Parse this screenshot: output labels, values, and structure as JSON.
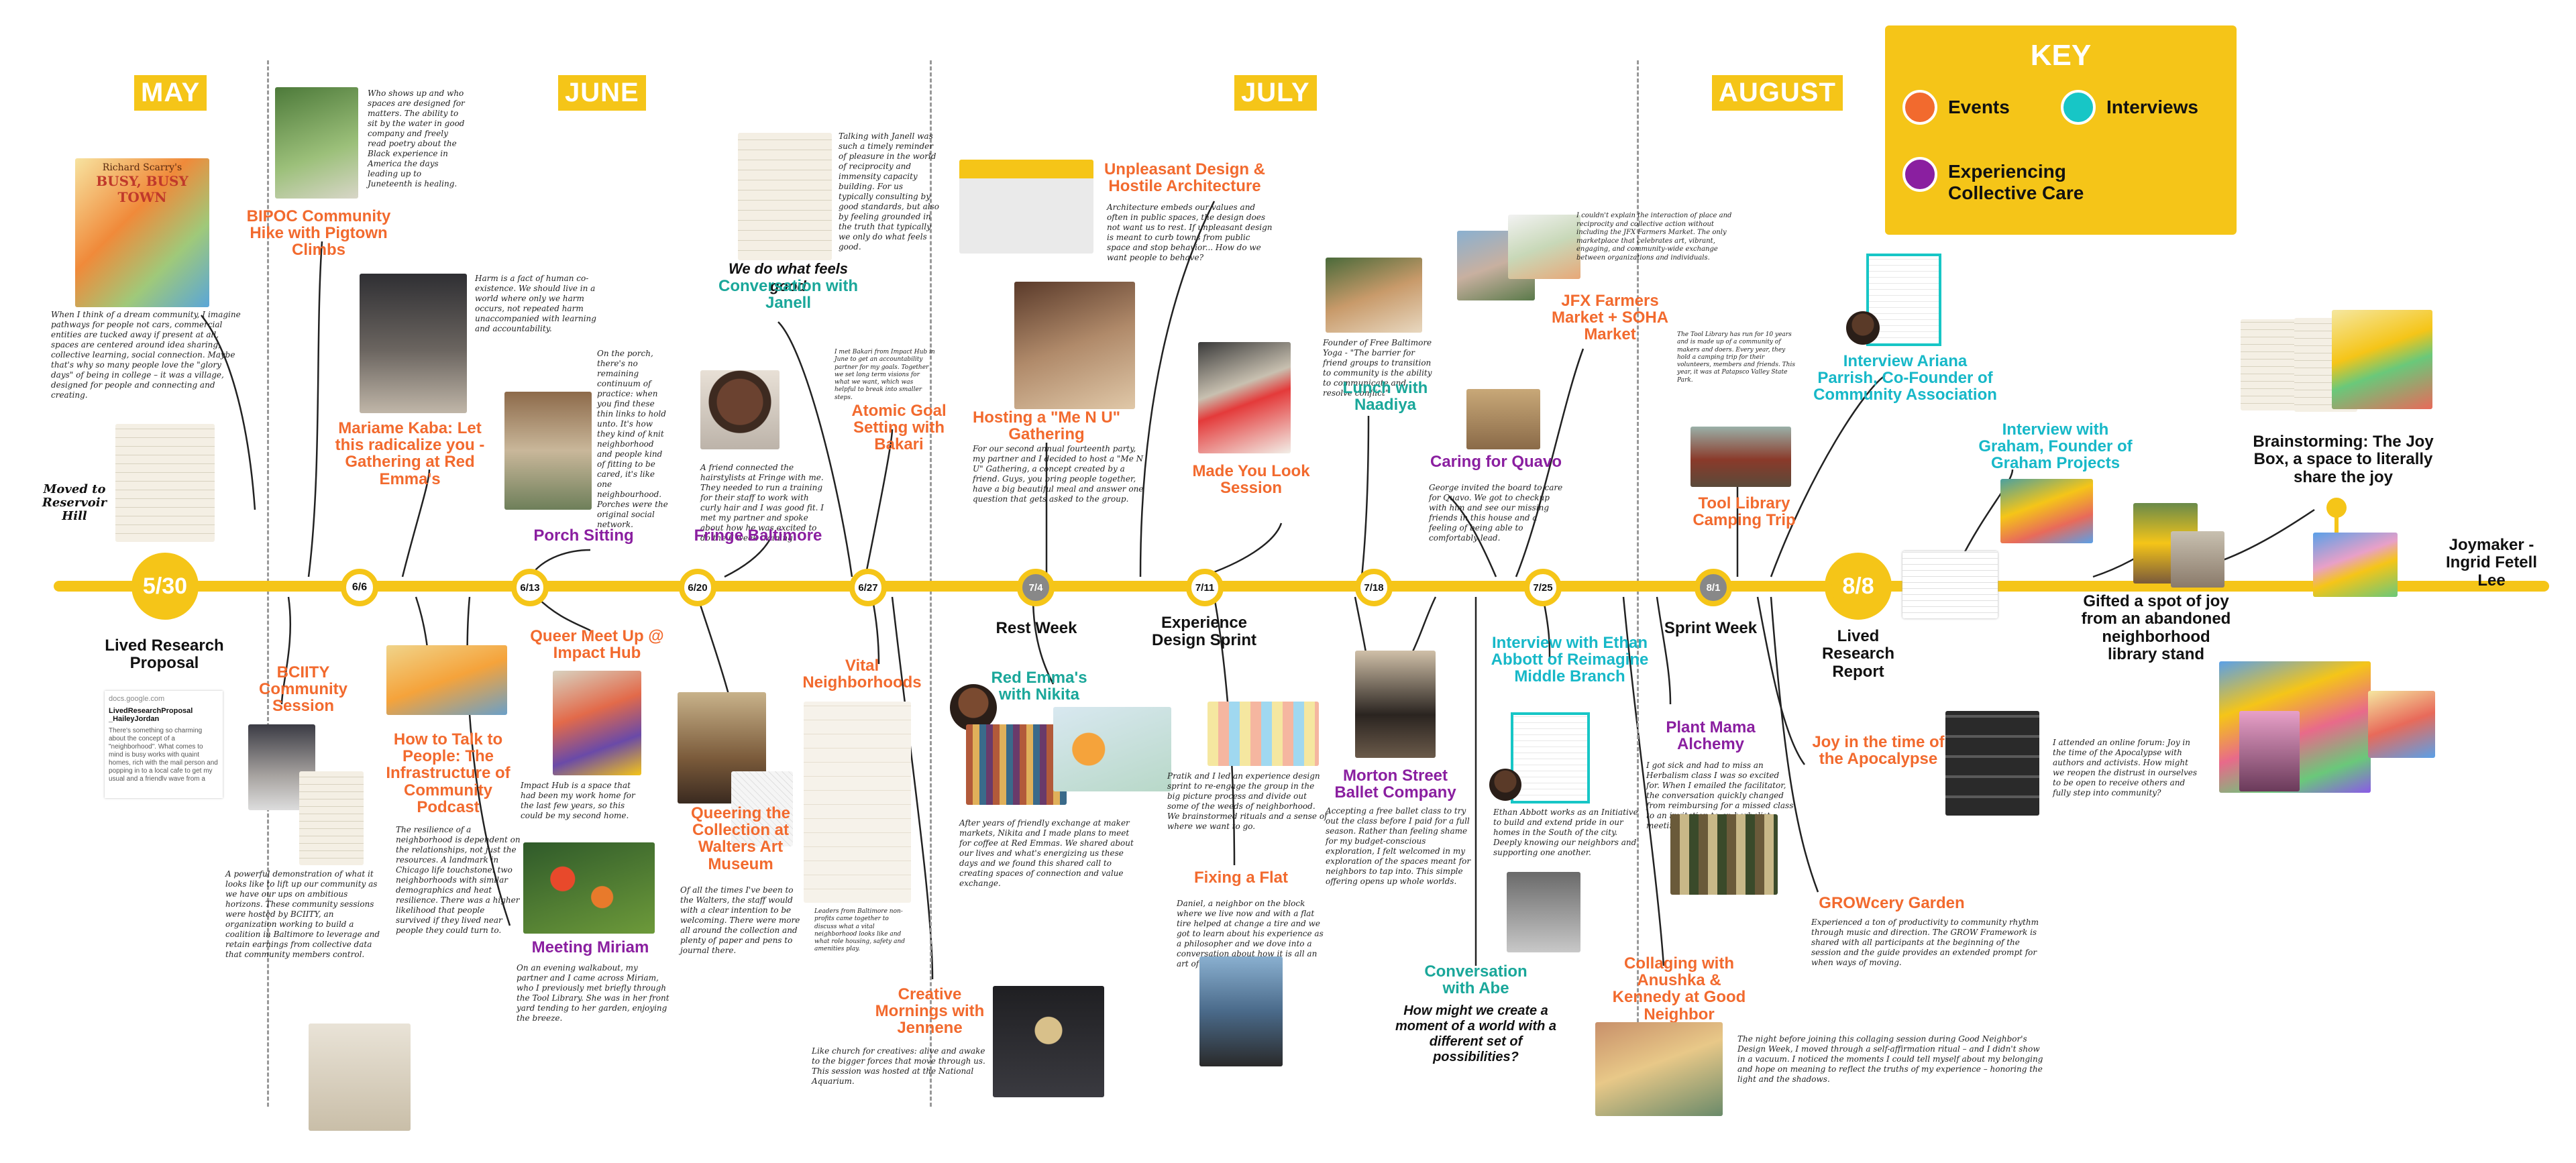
{
  "months": {
    "may": "MAY",
    "june": "JUNE",
    "july": "JULY",
    "august": "AUGUST"
  },
  "key": {
    "title": "KEY",
    "events": "Events",
    "interviews": "Interviews",
    "care": "Experiencing Collective Care",
    "colors": {
      "events": "#f26a2e",
      "interviews": "#17c6c6",
      "care": "#8a1fa0"
    }
  },
  "dates": {
    "d530": "5/30",
    "d66": "6/6",
    "d613": "6/13",
    "d620": "6/20",
    "d627": "6/27",
    "d74": "7/4",
    "d711": "7/11",
    "d718": "7/18",
    "d725": "7/25",
    "d81": "8/1",
    "d88": "8/8"
  },
  "milestones": {
    "lived_research_proposal": "Lived Research Proposal",
    "moved": "Moved to Reservoir Hill",
    "rest_week": "Rest Week",
    "experience_sprint": "Experience Design Sprint",
    "sprint_week": "Sprint Week",
    "lived_research_report": "Lived Research Report"
  },
  "items": {
    "bipoc_hike": "BIPOC Community Hike with Pigtown Climbs",
    "bciity": "BCIITY Community Session",
    "mariame": "Mariame Kaba: Let this radicalize you - Gathering at Red Emma's",
    "how_to_talk": "How to Talk to People: The Infrastructure of Community Podcast",
    "porch": "Porch Sitting",
    "queer_meetup": "Queer Meet Up @ Impact Hub",
    "meeting_miriam": "Meeting Miriam",
    "feel_good": "We do what feels good",
    "janell": "Conversation with Janell",
    "fringe": "Fringe Baltimore",
    "queering": "Queering the Collection at Walters Art Museum",
    "atomic": "Atomic Goal Setting with Bakari",
    "vital": "Vital Neighborhoods",
    "creative": "Creative Mornings with Jennene",
    "unpleasant": "Unpleasant Design & Hostile Architecture",
    "menu": "Hosting a \"Me N U\" Gathering",
    "red_emmas": "Red Emma's with Nikita",
    "look_session": "Made You Look Session",
    "fixing_flat": "Fixing a Flat",
    "lunch_naadiya": "Lunch with Naadiya",
    "morton": "Morton Street Ballet Company",
    "caring_quavo": "Caring for Quavo",
    "jfx": "JFX Farmers Market + SOHA Market",
    "ethan": "Interview with Ethan Abbott of Reimagine Middle Branch",
    "conv_abe": "Conversation with Abe",
    "abe_q": "How might we create a moment of a world with a different set of possibilities?",
    "tool_library": "Tool Library Camping Trip",
    "plant_mama": "Plant Mama Alchemy",
    "collaging": "Collaging with Anushka & Kennedy at Good Neighbor",
    "ariana": "Interview Ariana Parrish, Co-Founder of Community Association",
    "joy_apocalypse": "Joy in the time of the Apocalypse",
    "growcery": "GROWcery Garden",
    "graham": "Interview with Graham, Founder of Graham Projects",
    "gifted": "Gifted a spot of joy from an abandoned neighborhood library stand",
    "brainstorm": "Brainstorming: The Joy Box, a space to literally share the joy",
    "joymaker": "Joymaker - Ingrid Fetell Lee"
  },
  "book": {
    "line1": "Richard Scarry's",
    "line2": "BUSY, BUSY TOWN"
  },
  "doc_card": {
    "site": "docs.google.com",
    "title": "LivedResearchProposal _HaileyJordan",
    "body": "There's something so charming about the concept of a \"neighborhood\". What comes to mind is busy works with quaint homes, rich with the mail person and popping in to a local cafe to get my usual and a friendly wave from a familiar face and maybe even a dog..."
  },
  "notes": {
    "n_busy": "When I think of a dream community, I imagine pathways for people not cars, commercial entities are tucked away if present at all, spaces are centered around idea sharing, collective learning, social connection. Maybe that's why so many people love the \"glory days\" of being in college – it was a village, designed for people and connecting and creating.",
    "n_hike": "Who shows up and who spaces are designed for matters. The ability to sit by the water in good company and freely read poetry about the Black experience in America the days leading up to Juneteenth is healing.",
    "n_harm": "Harm is a fact of human co-existence. We should live in a world where only we harm occurs, not repeated harm unaccompanied with learning and accountability.",
    "n_bciity": "A powerful demonstration of what it looks like to lift up our community as we have our ups on ambitious horizons. These community sessions were hosted by BCIITY, an organization working to build a coalition in Baltimore to leverage and retain earnings from collective data that community members control.",
    "n_podcast": "The resilience of a neighborhood is dependent on the relationships, not just the resources. A landmark in Chicago life touchstone: two neighborhoods with similar demographics and heat resilience. There was a higher likelihood that people survived if they lived near people they could turn to.",
    "n_porch": "On the porch, there's no remaining continuum of practice: when you find these thin links to hold unto. It's how they kind of knit neighborhood and people kind of fitting to be cared, it's like one neighbourhood. Porches were the original social network.",
    "n_queer": "Impact Hub is a space that had been my work home for the last few years, so this could be my second home.",
    "n_miriam": "On an evening walkabout, my partner and I came across Miriam, who I previously met briefly through the Tool Library. She was in her front yard tending to her garden, enjoying the breeze.",
    "n_fringe": "A friend connected the hairstylists at Fringe with me. They needed to run a training for their staff to work with curly hair and I was good fit. I met my partner and spoke about how he was excited to do the 6 week training.",
    "n_walters": "Of all the times I've been to the Walters, the staff would with a clear intention to be welcoming. There were more all around the collection and plenty of paper and pens to journal there.",
    "n_janell": "Talking with Janell was such a timely reminder of pleasure in the world of reciprocity and immensity capacity building. For us typically consulting by good standards, but also by feeling grounded in the truth that typically we only do what feels good.",
    "n_bakari": "I met Bakari from Impact Hub in June to get an accountability partner for my goals. Together we set long term visions for what we want, which was helpful to break into smaller steps.",
    "n_vital": "Leaders from Baltimore non-profits came together to discuss what a vital neighborhood looks like and what role housing, safety and amenities play.",
    "n_creative": "Like church for creatives: alive and awake to the bigger forces that move through us. This session was hosted at the National Aquarium.",
    "n_unpleasant": "Architecture embeds our values and often in public spaces, the design does not want us to rest. If unpleasant design is meant to curb towns from public space and stop behavior... How do we want people to behave?",
    "n_menu": "For our second annual fourteenth party, my partner and I decided to host a \"Me N U\" Gathering, a concept created by a friend. Guys, you bring people together, have a big beautiful meal and answer one question that gets asked to the group.",
    "n_nikita": "After years of friendly exchange at maker markets, Nikita and I made plans to meet for coffee at Red Emmas. We shared about our lives and what's energizing us these days and we found this shared call to creating spaces of connection and value exchange.",
    "n_sprint": "Pratik and I led an experience design sprint to re-engage the group in the big picture process and divide out some of the weeds of neighborhood. We brainstormed rituals and a sense of where we want to go.",
    "n_flat": "Daniel, a neighbor on the block where we live now and with a flat tire helped at change a tire and we got to learn about his experience as a philosopher and we dove into a conversation about how it is all an art of connection.",
    "n_naadiya": "Founder of Free Baltimore Yoga - \"The barrier for friend groups to transition to community is the ability to communicate and resolve conflict\"",
    "n_morton": "Accepting a free ballet class to try out the class before I paid for a full season. Rather than feeling shame for my budget-conscious exploration, I felt welcomed in my exploration of the spaces meant for neighbors to tap into. This simple offering opens up whole worlds.",
    "n_quavo": "George invited the board to care for Quavo. We got to checkup with him and see our missing friends in this house and a feeling of being able to comfortably lead.",
    "n_jfx": "I couldn't explain the interaction of place and reciprocity and collective action without including the JFX Farmers Market. The only marketplace that celebrates art, vibrant, engaging, and community-wide exchange between organizations and individuals.",
    "n_ethan": "Ethan Abbott works as an Initiative to build and extend pride in our homes in the South of the city. Deeply knowing our neighbors and supporting one another.",
    "n_tool": "The Tool Library has run for 10 years and is made up of a community of makers and doers. Every year, they hold a camping trip for their volunteers, members and friends. This year, it was at Patapsco Valley State Park.",
    "n_plant": "I got sick and had to miss an Herbalism class I was so excited for. When I emailed the facilitator, the conversation quickly changed from reimbursing for a missed class to an invitation to an herbalist meeting.",
    "n_collage": "The night before joining this collaging session during Good Neighbor's Design Week, I moved through a self-affirmation ritual – and I didn't show in a vacuum. I noticed the moments I could tell myself about my belonging and hope on meaning to reflect the truths of my experience – honoring the light and the shadows.",
    "n_apocalypse": "I attended an online forum: Joy in the time of the Apocalypse with authors and activists. How might we reopen the distrust in ourselves to be open to receive others and fully step into community?",
    "n_growcery": "Experienced a ton of productivity to community rhythm through music and direction. The GROW Framework is shared with all participants at the beginning of the session and the guide provides an extended prompt for when ways of moving.",
    "n_abe": "How might we create a moment of a world with a different set of possibilities?"
  }
}
